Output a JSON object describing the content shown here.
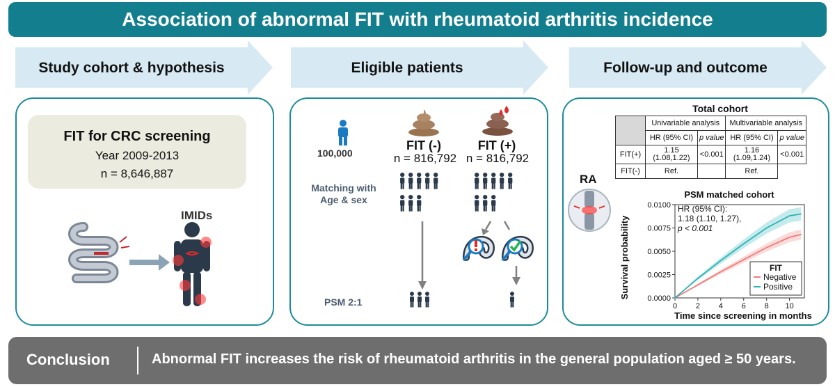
{
  "title": "Association of abnormal FIT with rheumatoid arthritis incidence",
  "steps": [
    "Study cohort & hypothesis",
    "Eligible patients",
    "Follow-up and outcome"
  ],
  "panel1": {
    "box_title": "FIT for CRC screening",
    "box_year": "Year 2009-2013",
    "box_n": "n = 8,646,887",
    "imids": "IMIDs"
  },
  "panel2": {
    "legend_count": "100,000",
    "fit_neg": "FIT (-)",
    "fit_pos": "FIT (+)",
    "n_neg": "n = 816,792",
    "n_pos": "n = 816,792",
    "matching": "Matching with Age & sex",
    "psm": "PSM 2:1"
  },
  "panel3": {
    "ra_label": "RA",
    "table": {
      "title": "Total cohort",
      "uni": "Univariable analysis",
      "multi": "Multivariable analysis",
      "hr_header": "HR (95% CI)",
      "p_header": "p value",
      "row_pos": "FIT(+)",
      "row_neg": "FIT(-)",
      "uni_hr": "1.15 (1.08,1.22)",
      "uni_p": "<0.001",
      "multi_hr": "1.16 (1.09,1.24)",
      "multi_p": "<0.001",
      "ref": "Ref."
    }
  },
  "chart_data": {
    "type": "line",
    "title": "PSM matched cohort",
    "xlabel": "Time since screening in months",
    "ylabel": "Survival probability",
    "xlim": [
      0,
      11.3
    ],
    "ylim": [
      0,
      0.01
    ],
    "x_ticks": [
      "0",
      "2",
      "4",
      "6",
      "8",
      "10"
    ],
    "y_ticks": [
      "0.0000",
      "0.0025",
      "0.0050",
      "0.0075",
      "0.0100"
    ],
    "annotation": [
      "HR (95% CI):",
      "1.18 (1.10, 1.27),",
      "p < 0.001"
    ],
    "legend_title": "FIT",
    "series": [
      {
        "name": "Negative",
        "color": "#f07b7b",
        "x": [
          0,
          2,
          4,
          6,
          8,
          10,
          11
        ],
        "y": [
          0,
          0.0014,
          0.0028,
          0.0041,
          0.0054,
          0.0065,
          0.0068
        ]
      },
      {
        "name": "Positive",
        "color": "#2bb3b8",
        "x": [
          0,
          2,
          4,
          6,
          8,
          10,
          11
        ],
        "y": [
          0,
          0.0021,
          0.004,
          0.0058,
          0.0075,
          0.0088,
          0.009
        ]
      }
    ]
  },
  "conclusion": {
    "label": "Conclusion",
    "text": "Abnormal FIT increases the risk of rheumatoid arthritis in the general population aged ≥ 50 years."
  },
  "colors": {
    "teal": "#127e8e",
    "arrow": "#d7eaf3",
    "panel_border": "#1b8b9a",
    "gray": "#6e6e6e"
  }
}
